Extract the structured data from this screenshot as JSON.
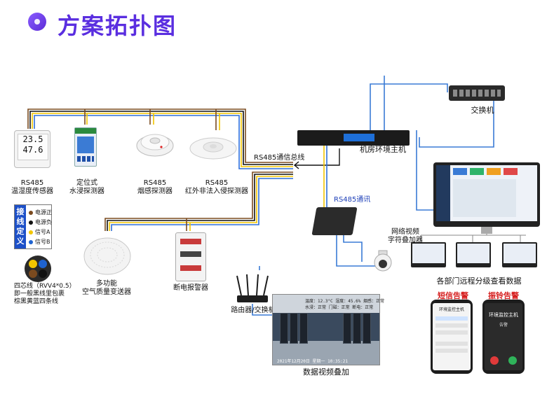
{
  "page": {
    "title": "方案拓扑图"
  },
  "bus": {
    "rs485_bus_label": "RS485通信总线",
    "rs485_comm_label": "RS485通讯"
  },
  "devices": {
    "temp_sensor": {
      "line1": "RS485",
      "line2": "温湿度传感器",
      "reading_temp": "23.5",
      "reading_hum": "47.6"
    },
    "water_sensor": {
      "line1": "定位式",
      "line2": "水浸探测器"
    },
    "smoke": {
      "line1": "RS485",
      "line2": "烟感探测器"
    },
    "ir": {
      "line1": "RS485",
      "line2": "红外非法入侵探测器"
    },
    "air": {
      "line1": "多功能",
      "line2": "空气质量变送器"
    },
    "power_alarm": {
      "line1": "断电报警器"
    },
    "host": {
      "label": "机房环境主机"
    },
    "switch": {
      "label": "交换机"
    },
    "camera": {
      "line1": "网络视频",
      "line2": "字符叠加器"
    },
    "router": {
      "label": "路由器/交换机"
    },
    "video": {
      "label": "数据视频叠加",
      "overlay_line1": "温度：12.3°C   湿度：45.6%   烟感：正常",
      "overlay_line2": "水浸：正常     门磁：正常   断电：正常",
      "timestamp": "2021年12月20日  星期一  10:35:21"
    },
    "departments": {
      "label": "各部门远程分级查看数据"
    }
  },
  "wiring": {
    "title": "接线定义",
    "items": [
      {
        "label": "电源正",
        "color": "#7a4a1f"
      },
      {
        "label": "电源负",
        "color": "#111111"
      },
      {
        "label": "信号A",
        "color": "#f2c500"
      },
      {
        "label": "信号B",
        "color": "#1f63d0"
      }
    ],
    "cable_line1": "四芯线（RVV4*0.5）",
    "cable_line2": "即一般黑线里包裹",
    "cable_line3": "棕黑黄蓝四条线"
  },
  "alerts": {
    "sms": {
      "label": "短信告警",
      "screen_title": "环境监控主机"
    },
    "call": {
      "label": "振铃告警",
      "caller": "环境监控主机",
      "sub": "告警"
    }
  },
  "colors": {
    "title": "#5a2ee0",
    "bus_yellow": "#f2c500",
    "bus_blue": "#2f6fd8",
    "bus_brown": "#7a4a1f",
    "bus_black": "#111111",
    "net_blue": "#3a7bd5"
  }
}
